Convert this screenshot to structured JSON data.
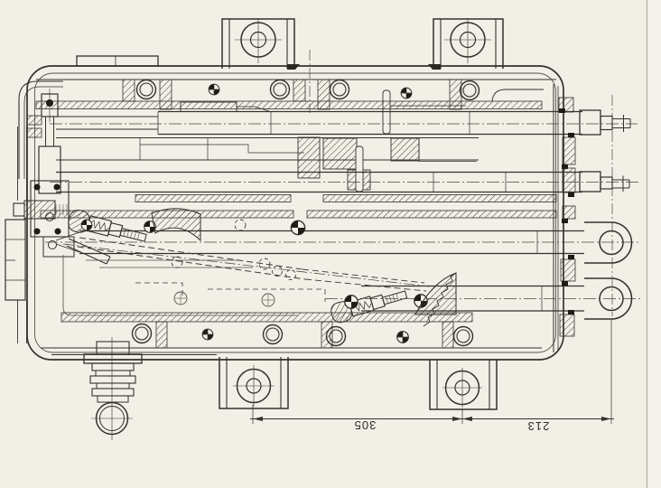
{
  "document": {
    "kind": "scanned mechanical engineering cross-section drawing",
    "paper_color": "#f2efe6",
    "ink_color": "#34322c",
    "paper_edge_color": "#b6b4a2"
  },
  "dimensions": {
    "d305": "305",
    "d213": "213",
    "text_rotated_180": true
  },
  "parts": [
    "gear-housing",
    "top-mounting-lug-left",
    "top-mounting-lug-right",
    "bottom-mounting-foot-left",
    "bottom-mounting-foot-right",
    "output-shaft-upper",
    "output-shaft-lower",
    "piston-rod-upper",
    "piston-rod-lower",
    "rod-eye-upper",
    "rod-eye-lower",
    "end-cap-with-seals",
    "top-bolt-rail",
    "bottom-bolt-rail",
    "left-plunger-assembly",
    "left-flange-plate",
    "threaded-adjuster",
    "detent-screw-left",
    "detent-screw-center",
    "cam-crescent",
    "ratchet-sector",
    "hidden-lever-linkage",
    "ball-end-fitting",
    "datum-target-symbols"
  ]
}
